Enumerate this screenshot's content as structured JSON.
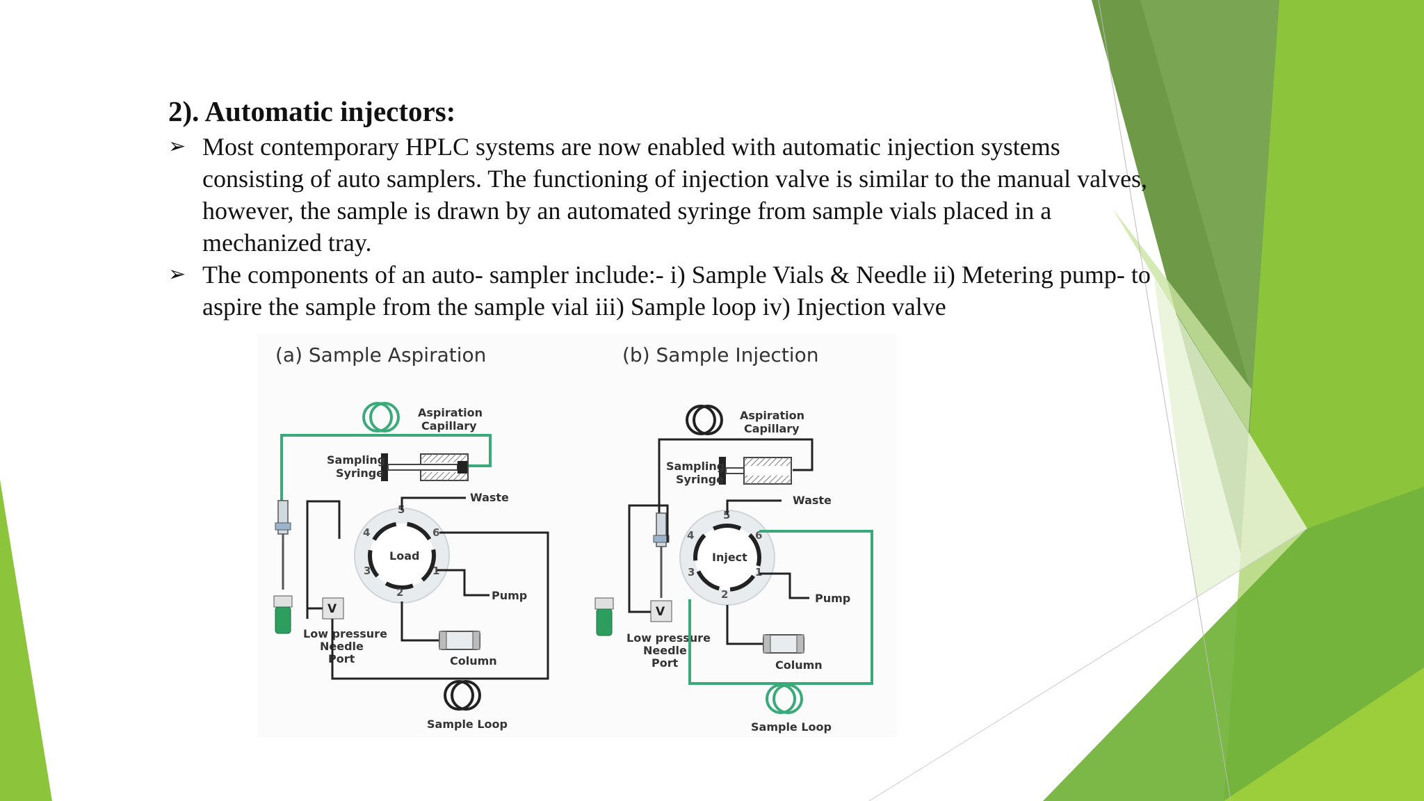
{
  "slide": {
    "title": "2). Automatic injectors:",
    "bullet_marker": "➢",
    "bullets": [
      "Most contemporary HPLC systems are now enabled with automatic injection systems consisting of auto samplers. The functioning of injection valve is similar to the manual valves, however, the sample is drawn by an automated syringe from sample vials placed in a mechanized tray.",
      "The components of an auto- sampler include:- i) Sample Vials & Needle ii) Metering pump- to aspire the sample from the sample vial iii) Sample loop iv) Injection valve"
    ]
  },
  "figure": {
    "panel_a": {
      "title": "(a) Sample Aspiration",
      "valve_label": "Load",
      "aspiration_1": "Aspiration",
      "aspiration_2": "Capillary",
      "syringe_1": "Sampling",
      "syringe_2": "Syringe",
      "waste": "Waste",
      "pump": "Pump",
      "column": "Column",
      "sample_loop": "Sample Loop",
      "port_1": "Low pressure",
      "port_2": "Needle",
      "port_3": "Port",
      "v": "V",
      "ports": [
        "1",
        "2",
        "3",
        "4",
        "5",
        "6"
      ]
    },
    "panel_b": {
      "title": "(b) Sample Injection",
      "valve_label": "Inject",
      "aspiration_1": "Aspiration",
      "aspiration_2": "Capillary",
      "syringe_1": "Sampling",
      "syringe_2": "Syringe",
      "waste": "Waste",
      "pump": "Pump",
      "column": "Column",
      "sample_loop": "Sample Loop",
      "port_1": "Low pressure",
      "port_2": "Needle",
      "port_3": "Port",
      "v": "V",
      "ports": [
        "1",
        "2",
        "3",
        "4",
        "5",
        "6"
      ]
    },
    "colors": {
      "flow_green": "#3aaa7a",
      "line_dark": "#222222",
      "vial_green": "#2e9e5e"
    }
  },
  "theme": {
    "accent_light": "#9dc94a",
    "accent_mid": "#7fb63a",
    "accent_dark": "#5e8f36"
  }
}
